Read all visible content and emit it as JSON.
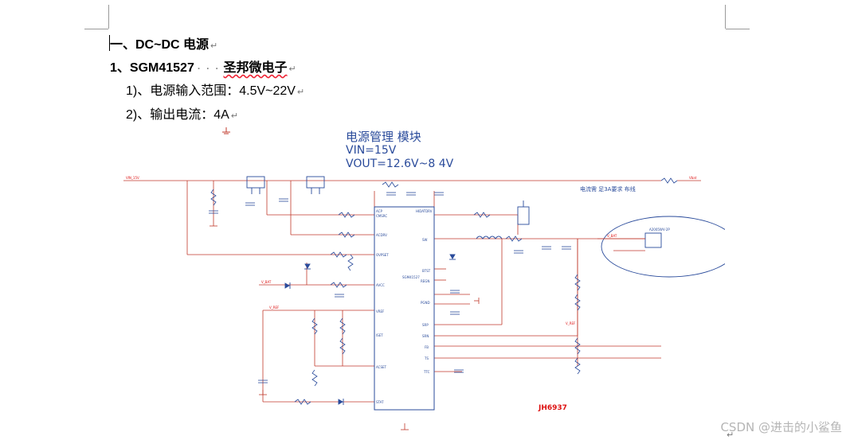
{
  "document": {
    "heading1": "一、DC~DC 电源",
    "heading2_prefix": "1、SGM41527",
    "heading2_dots": "· · ·",
    "heading2_suffix": "圣邦微电子",
    "item1": "1)、电源输入范围：4.5V~22V",
    "item2": "2)、输出电流：4A",
    "paragraph_mark": "↵"
  },
  "schematic": {
    "title": "电源管理 模块",
    "vin": "VIN=15V",
    "vout": "VOUT=12.6V~8 4V",
    "note": "电流需   足3A要求  布线",
    "chip_label": "JH6937",
    "colors": {
      "wire": "#c0392b",
      "part": "#2a4b9b",
      "text_blue": "#2a4b9b",
      "label_red": "#d11"
    }
  },
  "watermark": "CSDN @进击的小鲨鱼"
}
